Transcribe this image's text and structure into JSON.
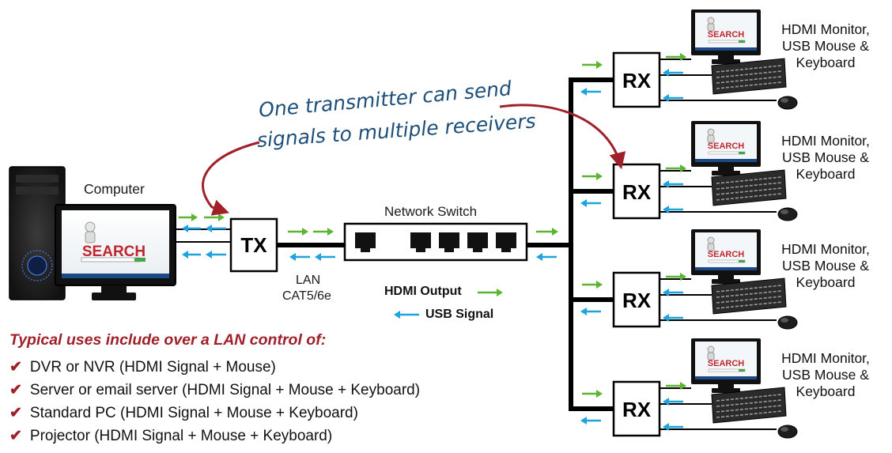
{
  "callout": {
    "line1": "One transmitter can send",
    "line2": "signals to multiple receivers"
  },
  "computer": {
    "label": "Computer",
    "screen_text": "SEARCH"
  },
  "transmitter": {
    "label": "TX"
  },
  "lan": {
    "line1": "LAN",
    "line2": "CAT5/6e"
  },
  "switch": {
    "label": "Network Switch"
  },
  "legend": {
    "hdmi": "HDMI Output",
    "usb": "USB Signal",
    "hdmi_color": "#5cb531",
    "usb_color": "#1fa3dc"
  },
  "receivers": [
    {
      "label": "RX",
      "screen_text": "SEARCH",
      "desc": [
        "HDMI Monitor,",
        "USB Mouse &",
        "Keyboard"
      ]
    },
    {
      "label": "RX",
      "screen_text": "SEARCH",
      "desc": [
        "HDMI Monitor,",
        "USB Mouse &",
        "Keyboard"
      ]
    },
    {
      "label": "RX",
      "screen_text": "SEARCH",
      "desc": [
        "HDMI Monitor,",
        "USB Mouse &",
        "Keyboard"
      ]
    },
    {
      "label": "RX",
      "screen_text": "SEARCH",
      "desc": [
        "HDMI Monitor,",
        "USB Mouse &",
        "Keyboard"
      ]
    }
  ],
  "uses": {
    "title": "Typical uses include over a LAN control of:",
    "check": "✔",
    "items": [
      "DVR or NVR (HDMI Signal + Mouse)",
      "Server or email server (HDMI Signal + Mouse + Keyboard)",
      "Standard PC (HDMI Signal + Mouse + Keyboard)",
      "Projector (HDMI Signal + Mouse + Keyboard)"
    ]
  },
  "colors": {
    "accent_red": "#a0202a",
    "callout_blue": "#1d4f7a",
    "cable": "#000000"
  }
}
